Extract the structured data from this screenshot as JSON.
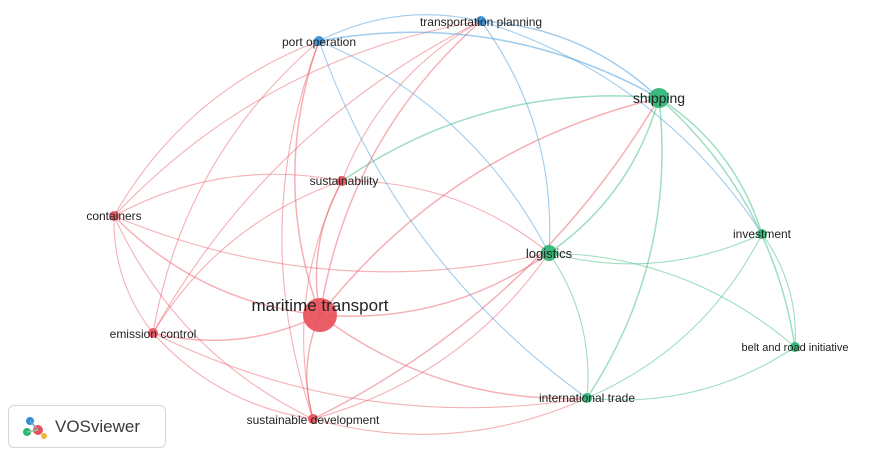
{
  "branding": {
    "app_name": "VOSviewer"
  },
  "colors": {
    "cluster_red": "#e8505b",
    "cluster_green": "#2bb673",
    "cluster_blue": "#2f8fd8"
  },
  "nodes": [
    {
      "id": "maritime-transport",
      "label": "maritime transport",
      "cluster": "red",
      "weight": 5
    },
    {
      "id": "sustainability",
      "label": "sustainability",
      "cluster": "red",
      "weight": 2
    },
    {
      "id": "containers",
      "label": "containers",
      "cluster": "red",
      "weight": 2
    },
    {
      "id": "emission-control",
      "label": "emission control",
      "cluster": "red",
      "weight": 2
    },
    {
      "id": "sustainable-development",
      "label": "sustainable development",
      "cluster": "red",
      "weight": 2
    },
    {
      "id": "port-operation",
      "label": "port operation",
      "cluster": "blue",
      "weight": 2
    },
    {
      "id": "transportation-planning",
      "label": "transportation planning",
      "cluster": "blue",
      "weight": 2
    },
    {
      "id": "shipping",
      "label": "shipping",
      "cluster": "green",
      "weight": 4
    },
    {
      "id": "logistics",
      "label": "logistics",
      "cluster": "green",
      "weight": 3
    },
    {
      "id": "investment",
      "label": "investment",
      "cluster": "green",
      "weight": 2
    },
    {
      "id": "belt-and-road-initiative",
      "label": "belt and road initiative",
      "cluster": "green",
      "weight": 2
    },
    {
      "id": "international-trade",
      "label": "international trade",
      "cluster": "green",
      "weight": 2
    }
  ],
  "links": [
    [
      "maritime-transport",
      "sustainability"
    ],
    [
      "maritime-transport",
      "containers"
    ],
    [
      "maritime-transport",
      "emission-control"
    ],
    [
      "maritime-transport",
      "sustainable-development"
    ],
    [
      "maritime-transport",
      "port-operation"
    ],
    [
      "maritime-transport",
      "transportation-planning"
    ],
    [
      "maritime-transport",
      "logistics"
    ],
    [
      "maritime-transport",
      "shipping"
    ],
    [
      "maritime-transport",
      "international-trade"
    ],
    [
      "sustainability",
      "containers"
    ],
    [
      "sustainability",
      "emission-control"
    ],
    [
      "sustainability",
      "sustainable-development"
    ],
    [
      "sustainability",
      "logistics"
    ],
    [
      "sustainability",
      "transportation-planning"
    ],
    [
      "containers",
      "emission-control"
    ],
    [
      "containers",
      "port-operation"
    ],
    [
      "containers",
      "transportation-planning"
    ],
    [
      "containers",
      "sustainable-development"
    ],
    [
      "containers",
      "logistics"
    ],
    [
      "emission-control",
      "sustainable-development"
    ],
    [
      "emission-control",
      "port-operation"
    ],
    [
      "emission-control",
      "transportation-planning"
    ],
    [
      "emission-control",
      "international-trade"
    ],
    [
      "sustainable-development",
      "logistics"
    ],
    [
      "sustainable-development",
      "international-trade"
    ],
    [
      "sustainable-development",
      "port-operation"
    ],
    [
      "sustainable-development",
      "shipping"
    ],
    [
      "port-operation",
      "transportation-planning"
    ],
    [
      "port-operation",
      "shipping"
    ],
    [
      "port-operation",
      "logistics"
    ],
    [
      "port-operation",
      "international-trade"
    ],
    [
      "transportation-planning",
      "shipping"
    ],
    [
      "transportation-planning",
      "logistics"
    ],
    [
      "transportation-planning",
      "investment"
    ],
    [
      "shipping",
      "logistics"
    ],
    [
      "shipping",
      "investment"
    ],
    [
      "shipping",
      "belt-and-road-initiative"
    ],
    [
      "shipping",
      "international-trade"
    ],
    [
      "shipping",
      "sustainability"
    ],
    [
      "logistics",
      "investment"
    ],
    [
      "logistics",
      "belt-and-road-initiative"
    ],
    [
      "logistics",
      "international-trade"
    ],
    [
      "investment",
      "belt-and-road-initiative"
    ],
    [
      "investment",
      "international-trade"
    ],
    [
      "belt-and-road-initiative",
      "international-trade"
    ]
  ]
}
